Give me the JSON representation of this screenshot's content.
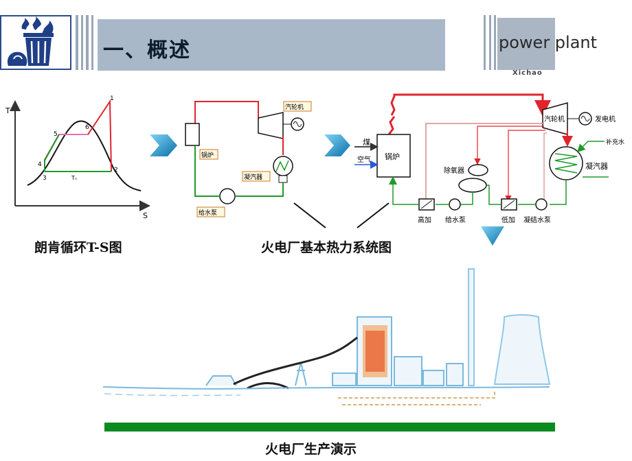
{
  "header": {
    "title": "一、概述",
    "brand_text": "power plant",
    "brand_sub": "Xichao"
  },
  "ts_diagram": {
    "axis_t": "T",
    "axis_s": "S",
    "points": [
      "1",
      "2",
      "3",
      "4",
      "5",
      "6"
    ],
    "tn_label": "Tₙ",
    "caption": "朗肯循环T-S图"
  },
  "basic_system": {
    "boiler": "锅炉",
    "turbine": "汽轮机",
    "condenser": "凝汽器",
    "feed_pump": "给水泵"
  },
  "thermal_system": {
    "coal": "煤",
    "air": "空气",
    "boiler": "锅炉",
    "turbine": "汽轮机",
    "generator": "发电机",
    "makeup_water": "补充水",
    "condenser": "凝汽器",
    "deaerator": "除氧器",
    "hp_heater": "高加",
    "feed_pump": "给水泵",
    "lp_heater": "低加",
    "condensate_pump": "凝结水泵",
    "caption": "火电厂基本热力系统图"
  },
  "plant_demo": {
    "caption": "火电厂生产演示"
  },
  "colors": {
    "title_band": "#a9b8c9",
    "steam_red": "#e0242c",
    "water_green": "#1f9a2a",
    "arrow_blue": "#1a8fc8",
    "ground_green": "#0a8a1f"
  }
}
